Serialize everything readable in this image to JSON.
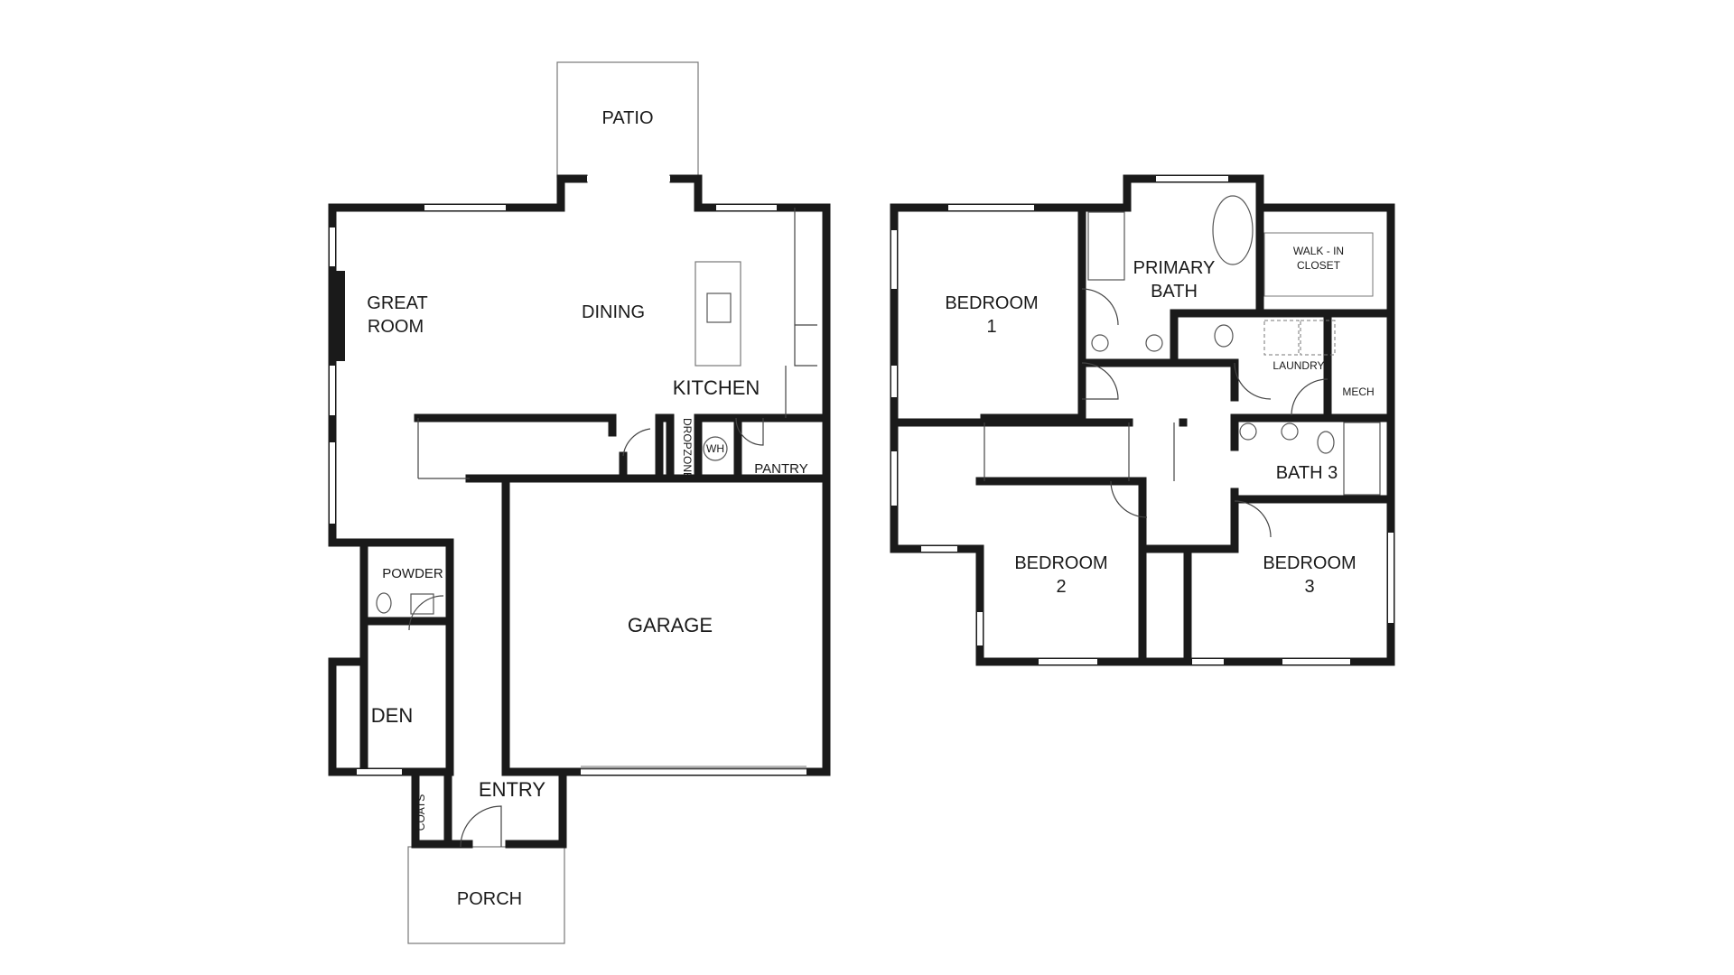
{
  "colors": {
    "wall": "#1a1a1a",
    "background": "#ffffff",
    "fixture": "#444444"
  },
  "first_floor": {
    "patio": "PATIO",
    "great_room": [
      "GREAT",
      "ROOM"
    ],
    "dining": "DINING",
    "kitchen": "KITCHEN",
    "dropzone": "DROPZONE",
    "water_heater": "WH",
    "pantry": "PANTRY",
    "garage": "GARAGE",
    "powder": "POWDER",
    "den": "DEN",
    "coats": "COATS",
    "entry": "ENTRY",
    "porch": "PORCH"
  },
  "second_floor": {
    "bedroom1": [
      "BEDROOM",
      "1"
    ],
    "primary_bath": [
      "PRIMARY",
      "BATH"
    ],
    "walk_in_closet": [
      "WALK - IN",
      "CLOSET"
    ],
    "laundry": "LAUNDRY",
    "mech": "MECH",
    "bath3": "BATH 3",
    "bedroom2": [
      "BEDROOM",
      "2"
    ],
    "bedroom3": [
      "BEDROOM",
      "3"
    ]
  }
}
